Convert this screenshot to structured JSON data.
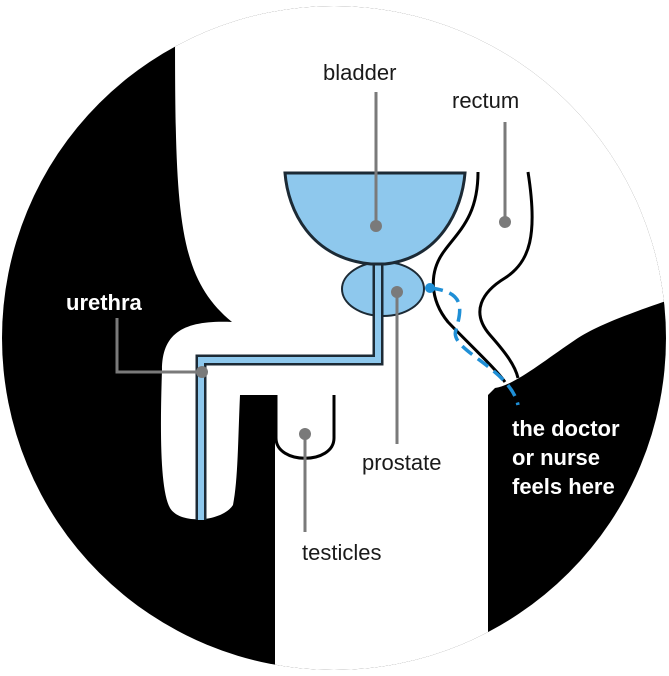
{
  "labels": {
    "bladder": "bladder",
    "rectum": "rectum",
    "urethra": "urethra",
    "prostate": "prostate",
    "testicles": "testicles",
    "doctor_line1": "the doctor",
    "doctor_line2": "or nurse",
    "doctor_line3": "feels here"
  },
  "colors": {
    "organ_fill": "#8ec8ed",
    "organ_stroke": "#1c2a35",
    "leader_line": "#7a7a7a",
    "exam_path": "#1f8fd6",
    "background_body": "#000000",
    "figure": "#ffffff"
  }
}
